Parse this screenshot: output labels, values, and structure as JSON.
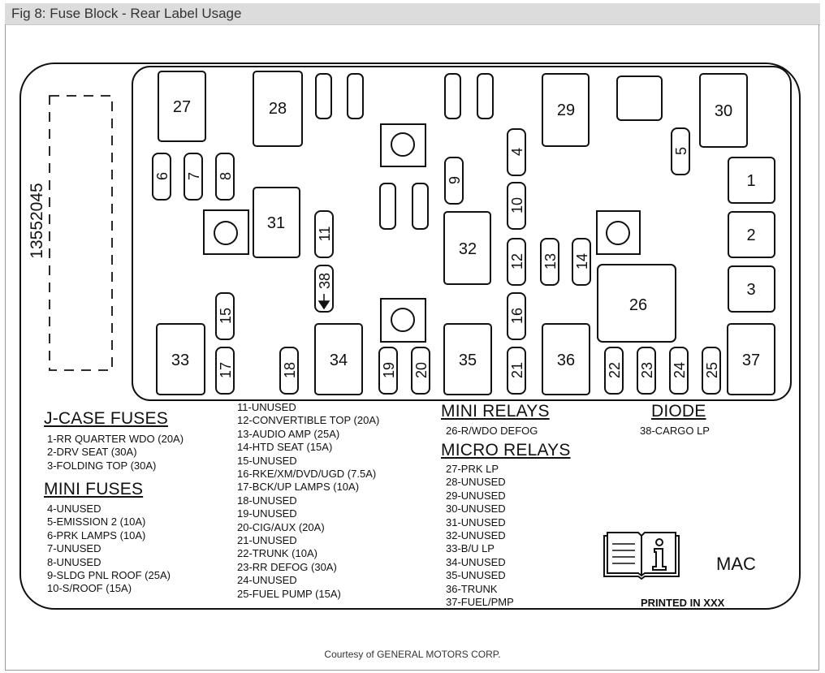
{
  "figure_title": "Fig 8: Fuse Block - Rear Label Usage",
  "part_number": "13552045",
  "block_labels": {
    "f27": "27",
    "f28": "28",
    "f29": "29",
    "f30": "30",
    "f1": "1",
    "f2": "2",
    "f3": "3",
    "f31": "31",
    "f32": "32",
    "f26": "26",
    "f33": "33",
    "f34": "34",
    "f35": "35",
    "f36": "36",
    "f37": "37",
    "f4": "4",
    "f5": "5",
    "f6": "6",
    "f7": "7",
    "f8": "8",
    "f9": "9",
    "f10": "10",
    "f11": "11",
    "f12": "12",
    "f13": "13",
    "f14": "14",
    "f15": "15",
    "f16": "16",
    "f17": "17",
    "f18": "18",
    "f19": "19",
    "f20": "20",
    "f21": "21",
    "f22": "22",
    "f23": "23",
    "f24": "24",
    "f25": "25",
    "f38": "38"
  },
  "legend": {
    "jcase": {
      "heading": "J-CASE FUSES",
      "items": [
        "1-RR QUARTER WDO (20A)",
        "2-DRV SEAT (30A)",
        "3-FOLDING TOP (30A)"
      ]
    },
    "mini_fuses": {
      "heading": "MINI FUSES",
      "items": [
        "4-UNUSED",
        "5-EMISSION 2 (10A)",
        "6-PRK LAMPS (10A)",
        "7-UNUSED",
        "8-UNUSED",
        "9-SLDG PNL ROOF (25A)",
        "10-S/ROOF (15A)"
      ]
    },
    "fuses_cont": {
      "items": [
        "11-UNUSED",
        "12-CONVERTIBLE TOP (20A)",
        "13-AUDIO AMP (25A)",
        "14-HTD SEAT (15A)",
        "15-UNUSED",
        "16-RKE/XM/DVD/UGD (7.5A)",
        "17-BCK/UP LAMPS (10A)",
        "18-UNUSED",
        "19-UNUSED",
        "20-CIG/AUX (20A)",
        "21-UNUSED",
        "22-TRUNK (10A)",
        "23-RR DEFOG (30A)",
        "24-UNUSED",
        "25-FUEL PUMP (15A)"
      ]
    },
    "mini_relays": {
      "heading": "MINI RELAYS",
      "items": [
        "26-R/WDO DEFOG"
      ]
    },
    "micro_relays": {
      "heading": "MICRO RELAYS",
      "items": [
        "27-PRK LP",
        "28-UNUSED",
        "29-UNUSED",
        "30-UNUSED",
        "31-UNUSED",
        "32-UNUSED",
        "33-B/U LP",
        "34-UNUSED",
        "35-UNUSED",
        "36-TRUNK",
        "37-FUEL/PMP"
      ]
    },
    "diode": {
      "heading": "DIODE",
      "items": [
        "38-CARGO LP"
      ]
    }
  },
  "mac_label": "MAC",
  "printed_label": "PRINTED IN XXX",
  "courtesy": "Courtesy of GENERAL MOTORS CORP."
}
